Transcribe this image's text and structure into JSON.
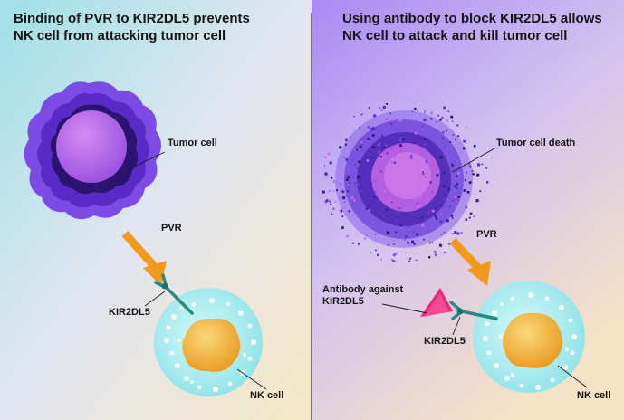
{
  "left_panel": {
    "title": "Binding of PVR to KIR2DL5 prevents\nNK cell from attacking tumor cell",
    "tumor_label": "Tumor cell",
    "pvr_label": "PVR",
    "receptor_label": "KIR2DL5",
    "nk_label": "NK cell"
  },
  "right_panel": {
    "title": "Using antibody to block KIR2DL5 allows\nNK cell to attack and kill tumor cell",
    "tumor_label": "Tumor cell death",
    "pvr_label": "PVR",
    "antibody_label": "Antibody against\nKIR2DL5",
    "receptor_label": "KIR2DL5",
    "nk_label": "NK cell"
  },
  "colors": {
    "tumor_dark": "#2a1470",
    "tumor_outer": "#7c4be6",
    "tumor_nucleus": "#b06ae6",
    "nk_cytoplasm": "#a9ecef",
    "nk_nucleus": "#f2ae32",
    "pvr_arrow": "#f29a1e",
    "receptor": "#2a8a84",
    "antibody": "#e8287a"
  }
}
